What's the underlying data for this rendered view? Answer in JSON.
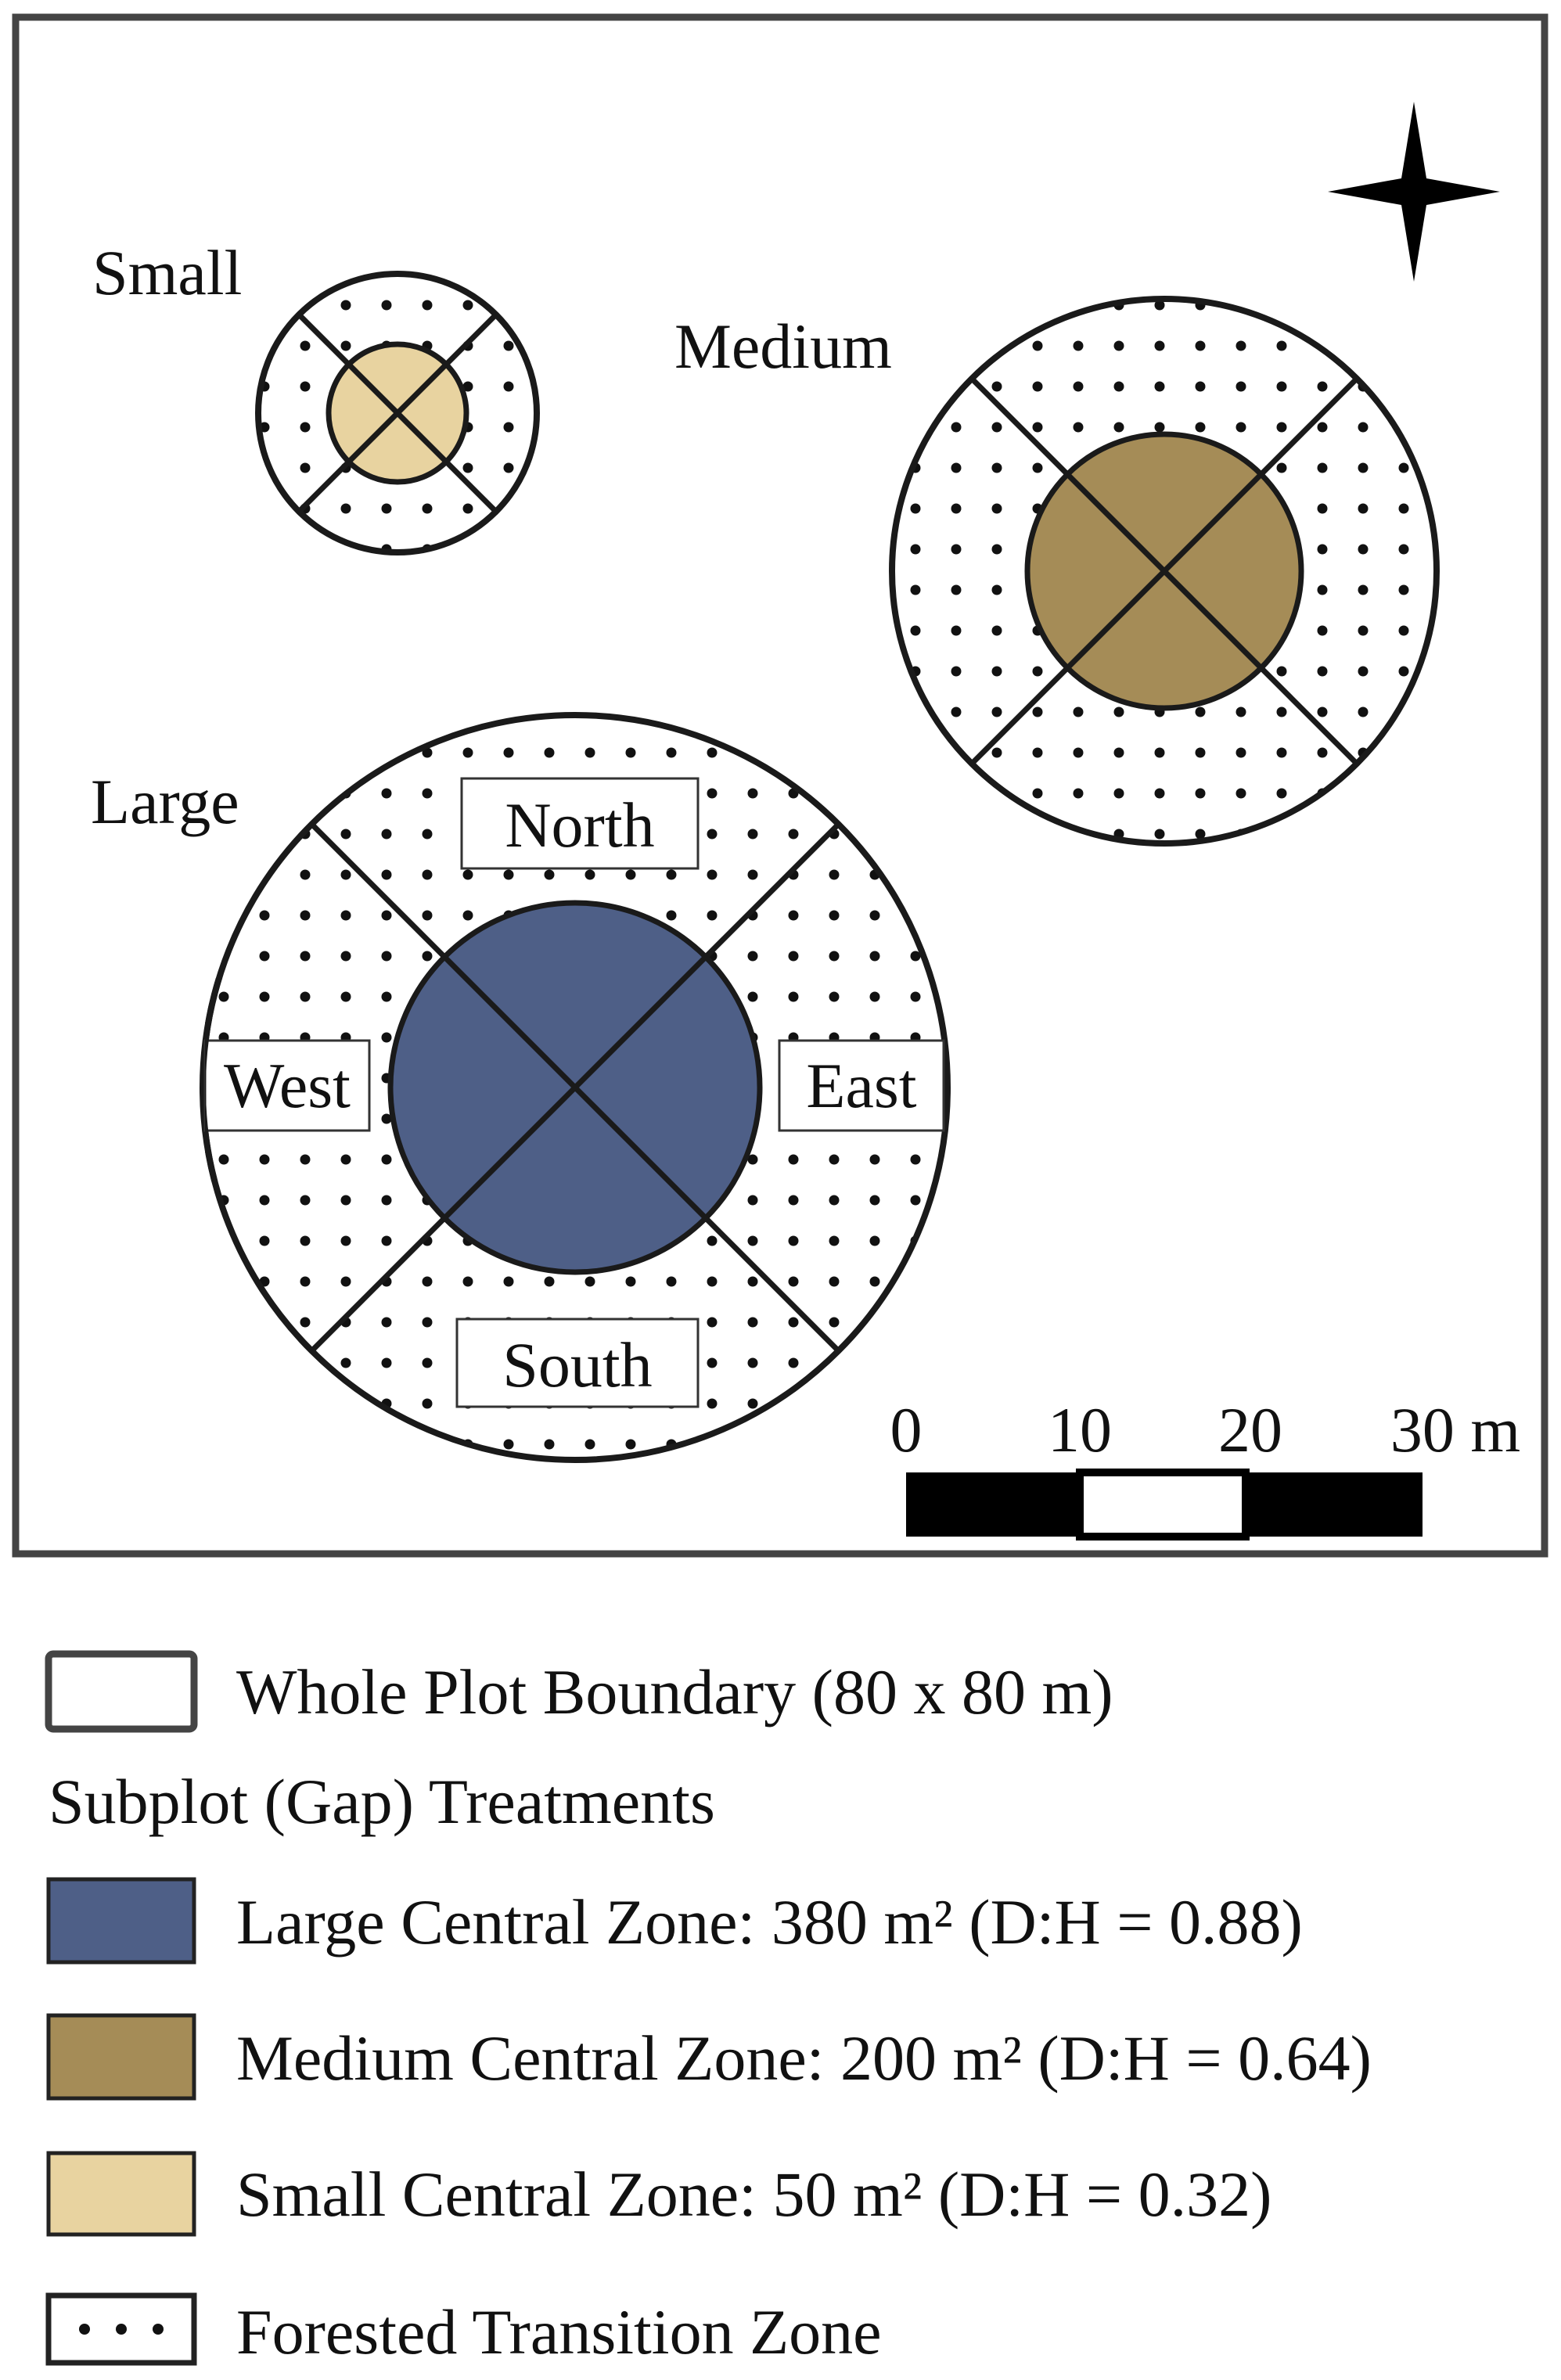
{
  "plot": {
    "gap_labels": {
      "small": "Small",
      "medium": "Medium",
      "large": "Large"
    },
    "directions": {
      "north": "North",
      "west": "West",
      "east": "East",
      "south": "South"
    },
    "compass_icon": "compass-star-icon"
  },
  "scale_bar": {
    "ticks": [
      "0",
      "10",
      "20",
      "30 m"
    ],
    "segment_colors": [
      "#000000",
      "#ffffff",
      "#000000"
    ]
  },
  "legend": {
    "boundary": "Whole Plot Boundary (80 x 80 m)",
    "subplot_header": "Subplot (Gap) Treatments",
    "large": "Large Central Zone: 380 m² (D:H = 0.88)",
    "medium": "Medium Central Zone: 200 m² (D:H = 0.64)",
    "small": "Small Central Zone: 50 m² (D:H = 0.32)",
    "transition": "Forested Transition Zone"
  },
  "colors": {
    "large_zone": "#4e5f87",
    "medium_zone": "#a58c57",
    "small_zone": "#e8d3a0",
    "outline": "#1a1a1a",
    "dots": "#111111"
  }
}
